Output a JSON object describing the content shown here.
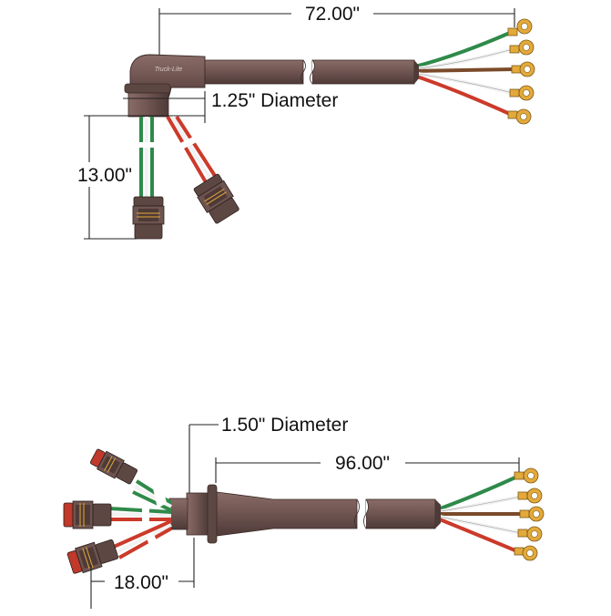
{
  "harness_top": {
    "length_label": "72.00\"",
    "diameter_label": "1.25\" Diameter",
    "pigtail_label": "13.00\"",
    "brand_text": "Truck-Lite"
  },
  "harness_bottom": {
    "length_label": "96.00\"",
    "diameter_label": "1.50\" Diameter",
    "pigtail_label": "18.00\""
  },
  "colors": {
    "cable": "#6e5450",
    "cable_dark": "#4e3a37",
    "cable_light": "#8a6c67",
    "wire_green": "#2f8a4a",
    "wire_white": "#f2f2f2",
    "wire_brown": "#7a4a2a",
    "wire_red": "#cc3a2a",
    "terminal": "#e3a93a",
    "connector": "#5d4743",
    "connector_red": "#c0392b"
  }
}
